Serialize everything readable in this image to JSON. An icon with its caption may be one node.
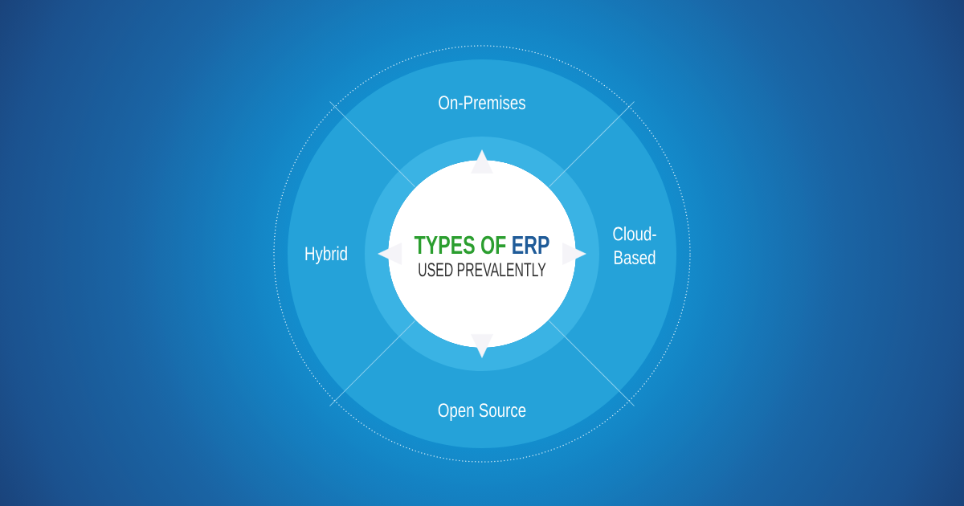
{
  "diagram": {
    "nodes": [
      {
        "text": [
          "TYPES OF",
          "ERP",
          "USED PREVALENTLY"
        ]
      },
      {
        "text": [
          "On-Premises"
        ]
      },
      {
        "text": [
          "Cloud- Based"
        ]
      },
      {
        "text": [
          "Open Source"
        ]
      },
      {
        "text": [
          "Hybrid"
        ]
      }
    ],
    "edges": [
      {
        "from": 0,
        "to": 1,
        "arrow": "to"
      },
      {
        "from": 0,
        "to": 2,
        "arrow": "to"
      },
      {
        "from": 0,
        "to": 3,
        "arrow": "to"
      },
      {
        "from": 0,
        "to": 4,
        "arrow": "to"
      }
    ]
  }
}
